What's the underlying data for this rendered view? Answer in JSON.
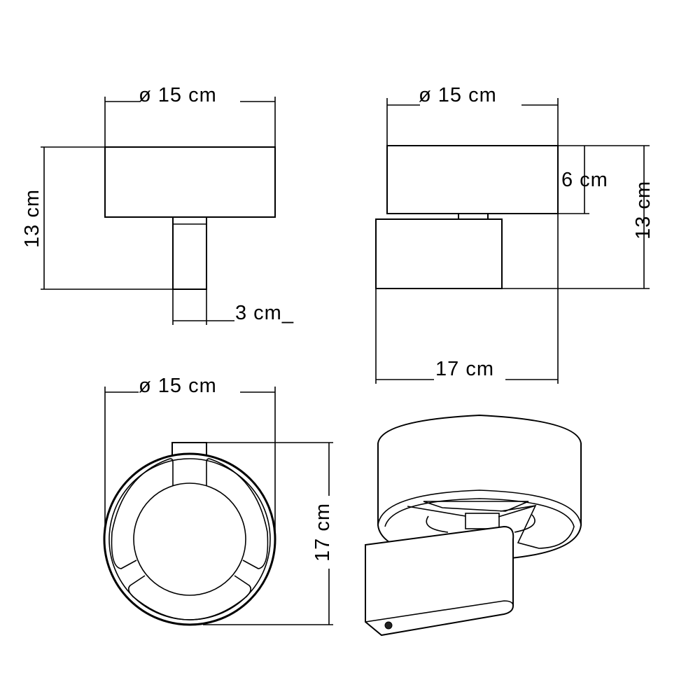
{
  "views": {
    "front": {
      "diameter_label": "ø 15 cm",
      "height_label": "13 cm",
      "stem_label": "3 cm_"
    },
    "side": {
      "diameter_label": "ø 15 cm",
      "head_height_label": "6 cm",
      "height_label": "13 cm",
      "depth_label": "17 cm"
    },
    "bottom": {
      "diameter_label": "ø 15 cm",
      "depth_label": "17 cm"
    }
  },
  "colors": {
    "line": "#000000",
    "background": "#ffffff"
  }
}
